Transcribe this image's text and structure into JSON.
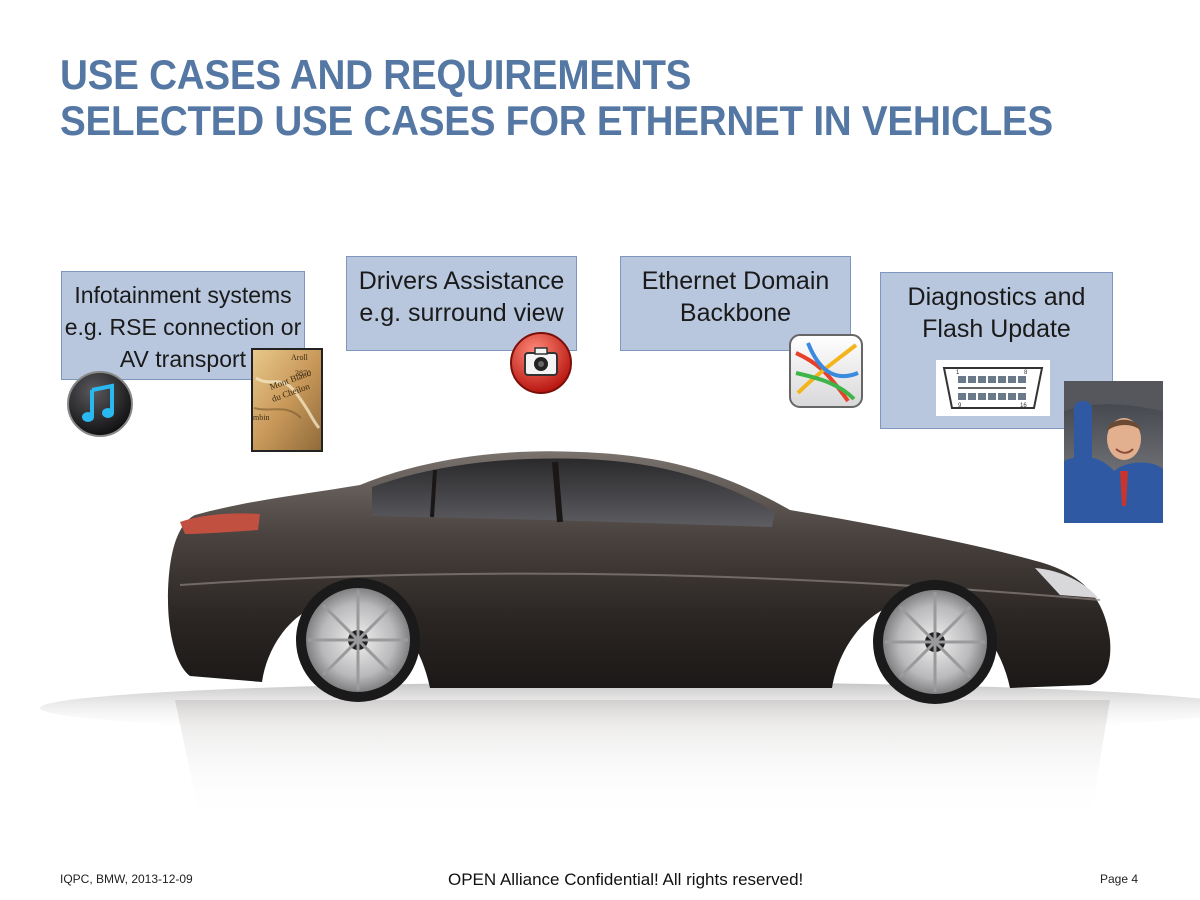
{
  "title": {
    "line1": "USE CASES AND REQUIREMENTS",
    "line2": "SELECTED USE CASES FOR ETHERNET IN VEHICLES"
  },
  "use_cases": [
    {
      "lines": [
        "Infotainment systems",
        "e.g. RSE connection or",
        "AV transport"
      ],
      "icons": [
        "music-note-icon",
        "map-icon"
      ]
    },
    {
      "lines": [
        "Drivers Assistance",
        "e.g. surround view"
      ],
      "icons": [
        "camera-icon"
      ]
    },
    {
      "lines": [
        "Ethernet Domain",
        "Backbone"
      ],
      "icons": [
        "network-map-icon"
      ]
    },
    {
      "lines": [
        "Diagnostics and",
        "Flash Update"
      ],
      "icons": [
        "obd-connector-icon",
        "mechanic-photo"
      ]
    }
  ],
  "map_thumbnail": {
    "words": [
      "Aroll",
      "3870",
      "Mont Blanc",
      "du Cheilon",
      "mbin"
    ]
  },
  "obd_connector": {
    "pin_first": "1",
    "pin_8": "8",
    "pin_9": "9",
    "pin_last": "16"
  },
  "footer": {
    "left": "IQPC, BMW, 2013-12-09",
    "center": "OPEN Alliance Confidential! All rights reserved!",
    "right": "Page 4"
  },
  "colors": {
    "title": "#5577a3",
    "box_fill": "#b8c7de",
    "box_border": "#7f97bf"
  }
}
